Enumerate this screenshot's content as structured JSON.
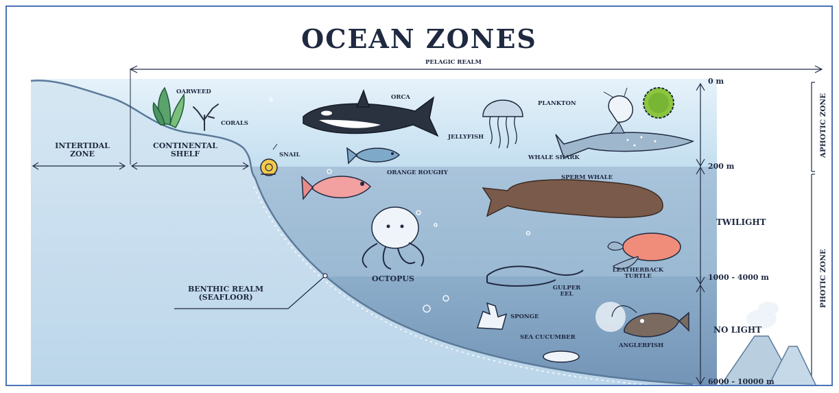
{
  "title": "OCEAN ZONES",
  "realms": {
    "pelagic": "PELAGIC REALM",
    "benthic_line1": "BENTHIC REALM",
    "benthic_line2": "(SEAFLOOR)"
  },
  "shore_zones": {
    "intertidal_line1": "INTERTIDAL",
    "intertidal_line2": "ZONE",
    "shelf_line1": "CONTINENTAL",
    "shelf_line2": "SHELF"
  },
  "depth_labels": {
    "surface": "0 m",
    "d200": "200 m",
    "d1000": "1000 - 4000 m",
    "d6000": "6000 - 10000 m"
  },
  "layers": {
    "twilight": "TWILIGHT",
    "no_light": "NO LIGHT",
    "aphotic": "APHOTIC ZONE",
    "photic": "PHOTIC ZONE"
  },
  "creatures": {
    "oarweed": "OARWEED",
    "corals": "CORALS",
    "snail": "SNAIL",
    "orca": "ORCA",
    "jellyfish": "JELLYFISH",
    "plankton": "PLANKTON",
    "whale_shark": "WHALE SHARK",
    "orange_roughy": "ORANGE ROUGHY",
    "sperm_whale": "SPERM WHALE",
    "octopus": "OCTOPUS",
    "leatherback_line1": "LEATHERBACK",
    "leatherback_line2": "TURTLE",
    "gulper_line1": "GULPER",
    "gulper_line2": "EEL",
    "sponge": "SPONGE",
    "sea_cucumber": "SEA CUCUMBER",
    "anglerfish": "ANGLERFISH"
  },
  "colors": {
    "ink": "#1f2940",
    "border": "#4a72b5",
    "water_surface": "#d3e8f5",
    "water_twilight": "#9db9d3",
    "water_deep": "#7e9fbf",
    "seafloor": "#aecbe3"
  }
}
